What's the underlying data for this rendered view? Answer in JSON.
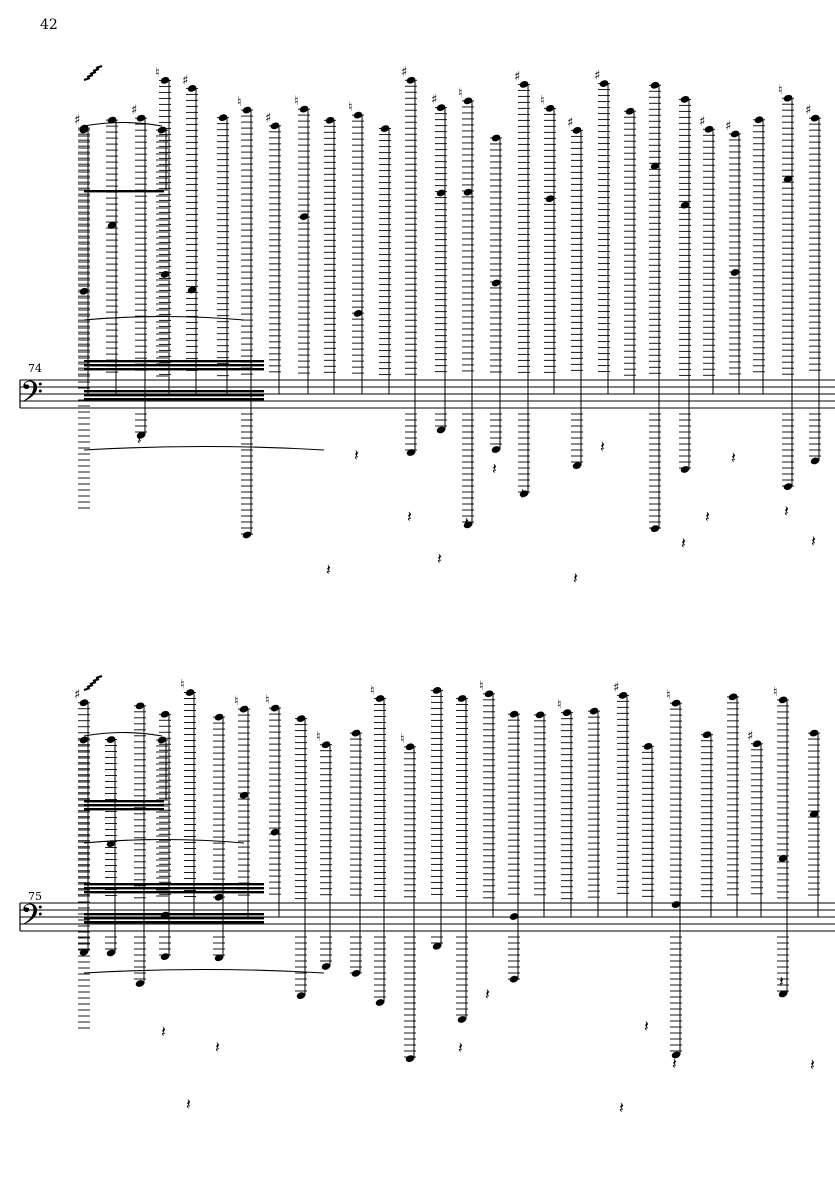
{
  "page": {
    "page_number": "42"
  },
  "systems": [
    {
      "measure_number": "74",
      "clef": "bass",
      "rest_glyph": "𝄽",
      "sharp_glyph": "♯",
      "natural_glyph": "♮"
    },
    {
      "measure_number": "75",
      "clef": "bass",
      "rest_glyph": "𝄽",
      "sharp_glyph": "♯",
      "natural_glyph": "♮"
    }
  ],
  "glyphs": {
    "bass_clef": "𝄢",
    "sharp": "♯",
    "natural": "♮",
    "rest": "𝄽"
  },
  "colors": {
    "ink": "#000000",
    "paper": "#ffffff"
  }
}
